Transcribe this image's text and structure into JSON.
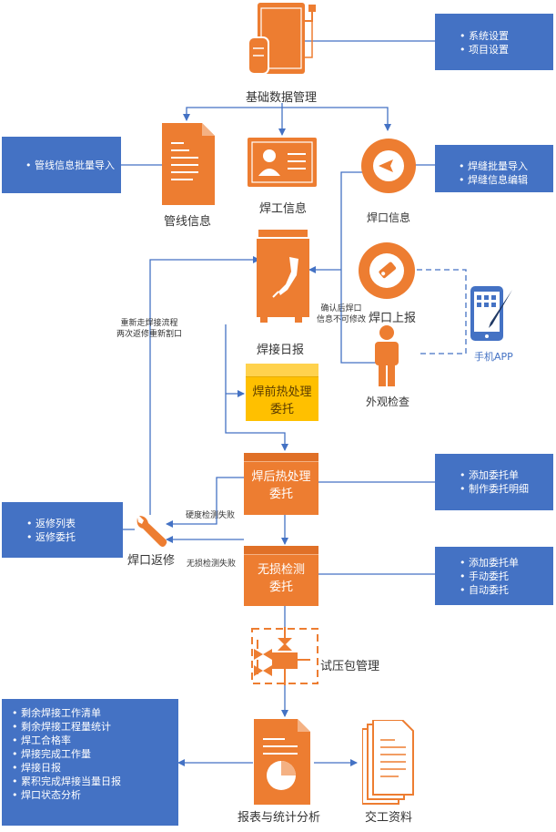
{
  "nodes": {
    "base_data": "基础数据管理",
    "pipeline_info": "管线信息",
    "welder_info": "焊工信息",
    "weld_info": "焊口信息",
    "weld_daily": "焊接日报",
    "weld_report": "焊口上报",
    "mobile_app": "手机APP",
    "visual_check": "外观检查",
    "pre_heat": [
      "焊前热处理",
      "委托"
    ],
    "post_heat": [
      "焊后热处理",
      "委托"
    ],
    "ndt": [
      "无损检测",
      "委托"
    ],
    "pressure_test": "试压包管理",
    "repair": "焊口返修",
    "report_stats": "报表与统计分析",
    "handover": "交工资料"
  },
  "annotations": {
    "confirm_after": [
      "确认后焊口",
      "信息不可修改"
    ],
    "reweld": [
      "重新走焊接流程",
      "两次返修重新割口"
    ],
    "hardness_fail": "硬度检测失败",
    "ndt_fail": "无损检测失败"
  },
  "panels": {
    "system": [
      "系统设置",
      "项目设置"
    ],
    "pipeline_import": [
      "管线信息批量导入"
    ],
    "weld_import": [
      "焊缝批量导入",
      "焊缝信息编辑"
    ],
    "repair_list": [
      "返修列表",
      "返修委托"
    ],
    "post_heat_ops": [
      "添加委托单",
      "制作委托明细"
    ],
    "ndt_ops": [
      "添加委托单",
      "手动委托",
      "自动委托"
    ],
    "report_list": [
      "剩余焊接工作清单",
      "剩余焊接工程量统计",
      "焊工合格率",
      "焊接完成工作量",
      "焊接日报",
      "累积完成焊接当量日报",
      "焊口状态分析"
    ]
  },
  "colors": {
    "orange": "#ed7d31",
    "blue": "#4472c4",
    "yellow": "#ffc000",
    "line": "#4472c4"
  }
}
